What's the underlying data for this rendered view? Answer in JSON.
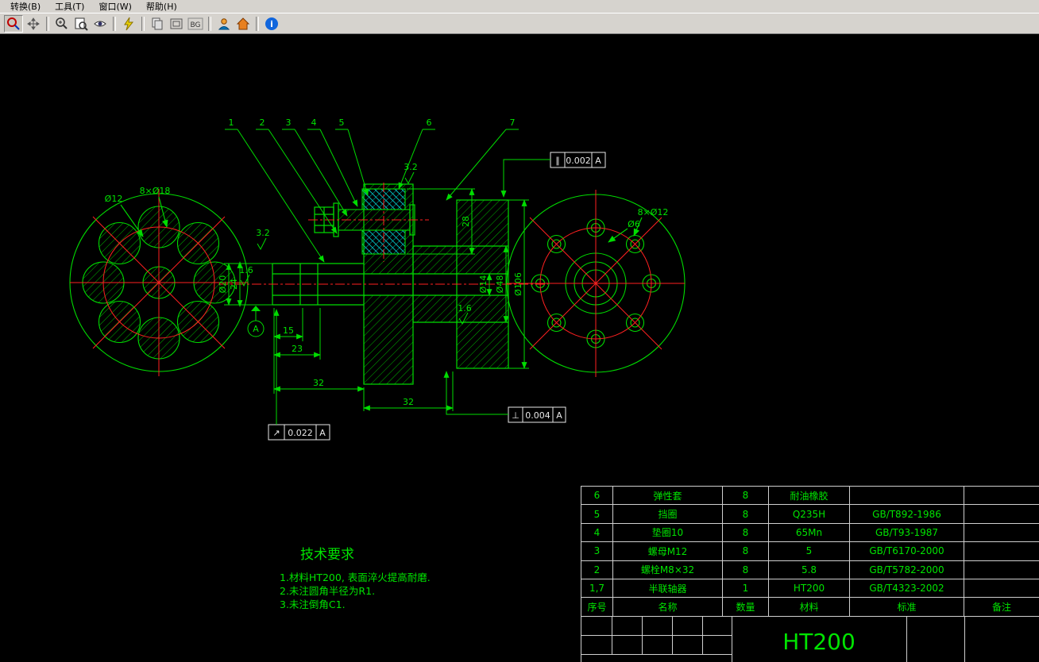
{
  "colors": {
    "line_green": "#00dc00",
    "text_green": "#00e400",
    "centerline_red": "#ff2020",
    "sleeve_cyan": "#00b8b8",
    "table_line": "#cfcfcf"
  },
  "menubar": {
    "items": [
      "转换(B)",
      "工具(T)",
      "窗口(W)",
      "帮助(H)"
    ]
  },
  "toolbar": {
    "bg_label": "BG",
    "info_glyph": "i"
  },
  "balloons": [
    "1",
    "2",
    "3",
    "4",
    "5",
    "6",
    "7"
  ],
  "dims": {
    "d15": "15",
    "d23": "23",
    "d32a": "32",
    "d32b": "32",
    "d28": "28",
    "dia14": "Ø14",
    "dia48": "Ø48",
    "dia106": "Ø106",
    "dia20": "Ø20",
    "d24": "24"
  },
  "surface": {
    "a": "3.2",
    "b": "3.2",
    "c": "1.6",
    "d": "1.6"
  },
  "views": {
    "left": {
      "holes_label": "8×Ø18",
      "hole_label": "Ø12"
    },
    "right": {
      "holes_label": "8×Ø12",
      "hole_label": "Ø6"
    }
  },
  "tol": {
    "par": {
      "sym": "∥",
      "val": "0.002",
      "datum": "A"
    },
    "perp": {
      "sym": "⊥",
      "val": "0.004",
      "datum": "A"
    },
    "runout": {
      "sym": "↗",
      "val": "0.022",
      "datum": "A"
    }
  },
  "datum_label": "A",
  "tech": {
    "title": "技术要求",
    "lines": [
      "1.材料HT200, 表面淬火提高耐磨.",
      "2.未注圆角半径为R1.",
      "3.未注倒角C1."
    ]
  },
  "bom": {
    "headers": [
      "序号",
      "名称",
      "数量",
      "材料",
      "标准",
      "备注"
    ],
    "rows": [
      {
        "seq": "6",
        "name": "弹性套",
        "qty": "8",
        "material": "耐油橡胶",
        "standard": "",
        "notes": ""
      },
      {
        "seq": "5",
        "name": "挡圈",
        "qty": "8",
        "material": "Q235H",
        "standard": "GB/T892-1986",
        "notes": ""
      },
      {
        "seq": "4",
        "name": "垫圈10",
        "qty": "8",
        "material": "65Mn",
        "standard": "GB/T93-1987",
        "notes": ""
      },
      {
        "seq": "3",
        "name": "螺母M12",
        "qty": "8",
        "material": "5",
        "standard": "GB/T6170-2000",
        "notes": ""
      },
      {
        "seq": "2",
        "name": "螺栓M8×32",
        "qty": "8",
        "material": "5.8",
        "standard": "GB/T5782-2000",
        "notes": ""
      },
      {
        "seq": "1,7",
        "name": "半联轴器",
        "qty": "1",
        "material": "HT200",
        "standard": "GB/T4323-2002",
        "notes": ""
      }
    ]
  },
  "titleblock": {
    "material": "HT200"
  }
}
